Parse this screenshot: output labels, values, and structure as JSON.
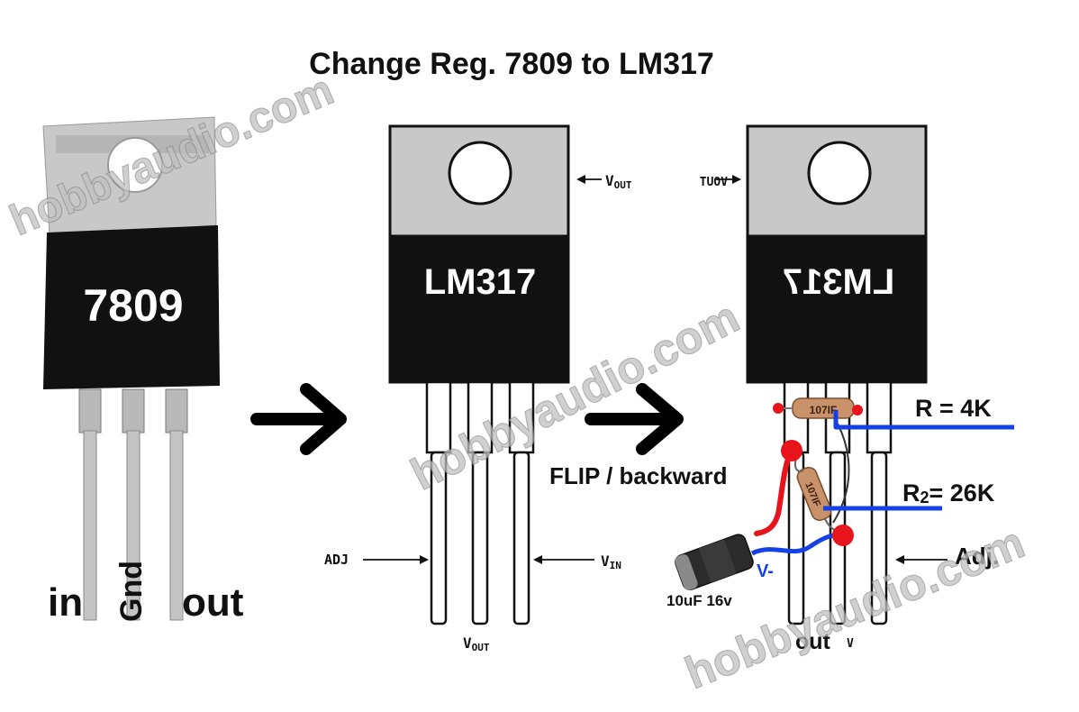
{
  "title": "Change Reg. 7809 to LM317",
  "watermark": "hobbyaudio.com",
  "left_regulator": {
    "part": "7809",
    "pins": {
      "in": "in",
      "gnd": "Gnd",
      "out": "out"
    }
  },
  "middle_regulator": {
    "part": "LM317",
    "tab_label": {
      "v": "V",
      "sub": "OUT"
    },
    "pin_adj": "ADJ",
    "pin_vin": {
      "v": "V",
      "sub": "IN"
    },
    "pin_vout": {
      "v": "V",
      "sub": "OUT"
    }
  },
  "right_regulator": {
    "part": "LM317",
    "tab_label": "VOUT",
    "flip_note": "FLIP / backward",
    "resistor_code": "107IF",
    "r1": "R = 4K",
    "r2": {
      "prefix": "R",
      "sub": "2",
      "value": "= 26K"
    },
    "adj": "Adj.",
    "v_minus": "V-",
    "capacitor": "10uF 16v",
    "out": "out",
    "out_v": "V"
  },
  "colors": {
    "tab_gray": "#c8c8c8",
    "body_black": "#111111",
    "wire_red": "#e8141c",
    "wire_blue": "#1540e6",
    "resistor_tan": "#c9926b",
    "watermark": "#b8b8b8"
  }
}
